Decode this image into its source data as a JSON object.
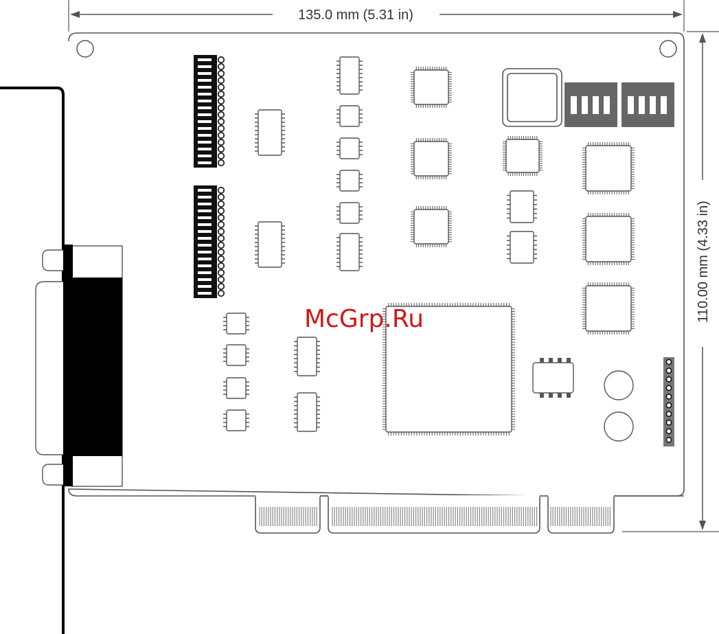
{
  "dimensions": {
    "width_label": "135.0 mm (5.31 in)",
    "height_label": "110.00 mm (4.33 in)"
  },
  "watermark": "McGrp.Ru",
  "dip_switch_banks": [
    {
      "name": "dip-switch-1",
      "positions": 4
    },
    {
      "name": "dip-switch-2",
      "positions": 4
    }
  ],
  "colors": {
    "outline": "#555555",
    "component_fill": "#ffffff",
    "dark_fill": "#111111",
    "switch_fill": "#666666",
    "watermark": "#d01818"
  }
}
